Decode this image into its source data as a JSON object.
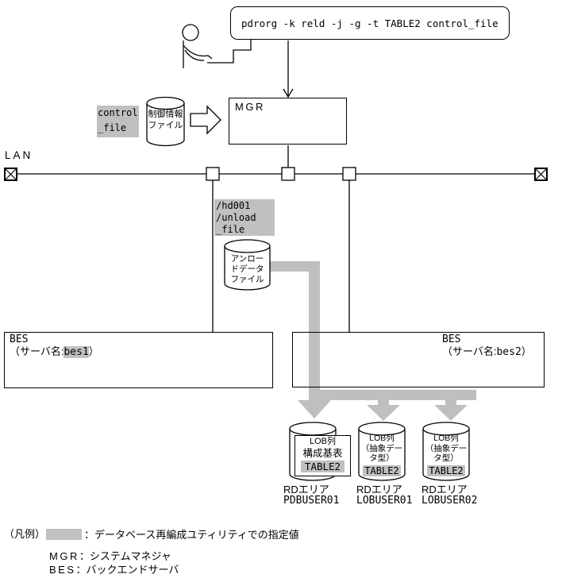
{
  "colors": {
    "highlight": "#c0c0c0",
    "arrow_gray": "#bfbfbf",
    "line": "#000000",
    "bg": "#ffffff"
  },
  "command_bubble": {
    "text": "pdrorg -k reld -j -g -t TABLE2 control_file"
  },
  "mgr_box": {
    "label": "MGR"
  },
  "lan": {
    "label": "LAN"
  },
  "control_file": {
    "name_line1": "control",
    "name_line2": "_file",
    "cyl_line1": "制御情報",
    "cyl_line2": "ファイル"
  },
  "unload_file": {
    "path_line1": "/hd001",
    "path_line2": "/unload",
    "path_line3": "_file",
    "cyl_line1": "アンロー",
    "cyl_line2": "ドデータ",
    "cyl_line3": "ファイル"
  },
  "bes1": {
    "title": "BES",
    "server_prefix": "（サーバ名:",
    "server_name": "bes1",
    "server_suffix": "）"
  },
  "bes2": {
    "title": "BES",
    "server_prefix": "（サーバ名:",
    "server_name": "bes2",
    "server_suffix": "）"
  },
  "rd_areas": [
    {
      "cyl_line1": "LOB列",
      "cyl_line2": "構成基表",
      "table_name": "TABLE2",
      "area_label": "RDエリア",
      "area_name": "PDBUSER01"
    },
    {
      "cyl_line1": "LOB列",
      "cyl_line2": "（抽象デー",
      "cyl_line3": "タ型）",
      "table_name": "TABLE2",
      "area_label": "RDエリア",
      "area_name": "LOBUSER01"
    },
    {
      "cyl_line1": "LOB列",
      "cyl_line2": "（抽象デー",
      "cyl_line3": "タ型）",
      "table_name": "TABLE2",
      "area_label": "RDエリア",
      "area_name": "LOBUSER02"
    }
  ],
  "legend": {
    "title": "（凡例）",
    "highlight_desc": "：データベース再編成ユティリティでの指定値",
    "mgr_label": "MGR",
    "mgr_desc": "：システムマネジャ",
    "bes_label": "BES",
    "bes_desc": "：バックエンドサーバ"
  }
}
